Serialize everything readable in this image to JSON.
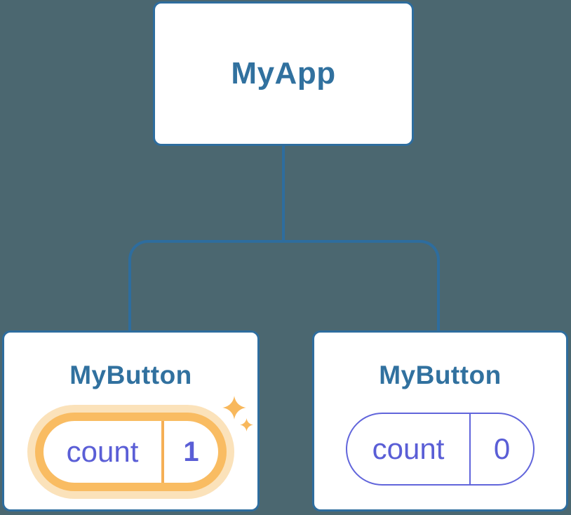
{
  "app_node": {
    "label": "MyApp"
  },
  "left_button_node": {
    "label": "MyButton",
    "state_key": "count",
    "state_value": "1",
    "highlighted": true
  },
  "right_button_node": {
    "label": "MyButton",
    "state_key": "count",
    "state_value": "0",
    "highlighted": false
  },
  "icons": {
    "sparkle_large": "sparkle-icon",
    "sparkle_small": "sparkle-icon"
  },
  "colors": {
    "background": "#4B6770",
    "node_background": "#FFFFFF",
    "node_border": "#2E6D9E",
    "node_label_text": "#31719F",
    "connector": "#2E6D9E",
    "state_text": "#5A5ED6",
    "state_pill_border": "#6165DB",
    "highlight_ring": "#F9BC62",
    "highlight_halo": "#FBE2BA",
    "highlight_divider": "#F5AF55",
    "sparkle": "#F8B85C"
  }
}
